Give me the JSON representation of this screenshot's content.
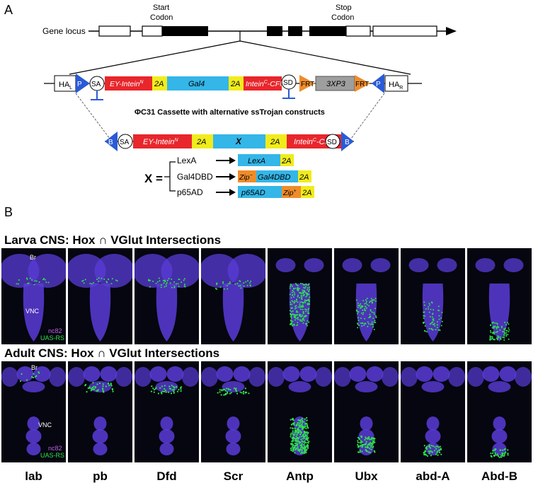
{
  "panelA": {
    "letter": "A",
    "gene_locus_label": "Gene locus",
    "start_codon": [
      "Start",
      "Codon"
    ],
    "stop_codon": [
      "Stop",
      "Codon"
    ],
    "construct": {
      "hal": "HA",
      "hal_sub": "L",
      "p": "P",
      "sa": "SA",
      "ey_intein": "EY-Intein",
      "ey_sup": "N",
      "t2a_1": "2A",
      "gal4": "Gal4",
      "t2a_2": "2A",
      "intein_c": "Intein",
      "intein_c_sup": "C",
      "intein_c_tail": "-CFN",
      "sd": "SD",
      "frt1": "FRT",
      "xp3": "3XP3",
      "frt2": "FRT",
      "p2": "P",
      "har": "HA",
      "har_sub": "R"
    },
    "cassette_title": "ΦC31 Cassette with alternative ssTrojan constructs",
    "cassette": {
      "b1": "B",
      "sa": "SA",
      "ey_intein": "EY-Intein",
      "ey_sup": "N",
      "t2a_1": "2A",
      "x": "X",
      "t2a_2": "2A",
      "intein_c": "Intein",
      "intein_c_sup": "C",
      "intein_c_tail": "-CFN",
      "sd": "SD",
      "b2": "B"
    },
    "x_equals": "X =",
    "options": [
      {
        "name": "LexA",
        "parts": [
          "LexA",
          "2A"
        ]
      },
      {
        "name": "Gal4DBD",
        "parts": [
          "Zip",
          "Gal4DBD",
          "2A"
        ],
        "zip_sup": "−"
      },
      {
        "name": "p65AD",
        "parts": [
          "p65AD",
          "Zip",
          "2A"
        ],
        "zip_sup": "+"
      }
    ]
  },
  "panelB": {
    "letter": "B",
    "larva_title": "Larva CNS: Hox ∩ VGlut Intersections",
    "adult_title": "Adult CNS: Hox ∩ VGlut Intersections",
    "tile_labels": {
      "br": "Br",
      "vnc": "VNC",
      "nc82": "nc82",
      "uas": "UAS-RS"
    },
    "genes": [
      "lab",
      "pb",
      "Dfd",
      "Scr",
      "Antp",
      "Ubx",
      "abd-A",
      "Abd-B"
    ]
  },
  "colors": {
    "red": "#e8262c",
    "yellow": "#f0ec1c",
    "cyan": "#34b6e8",
    "orange": "#ef8c2a",
    "gray": "#9e9e9e",
    "blue": "#2a5bd6",
    "neuropil": "#5a3cd8",
    "gfp": "#2fe34b"
  }
}
